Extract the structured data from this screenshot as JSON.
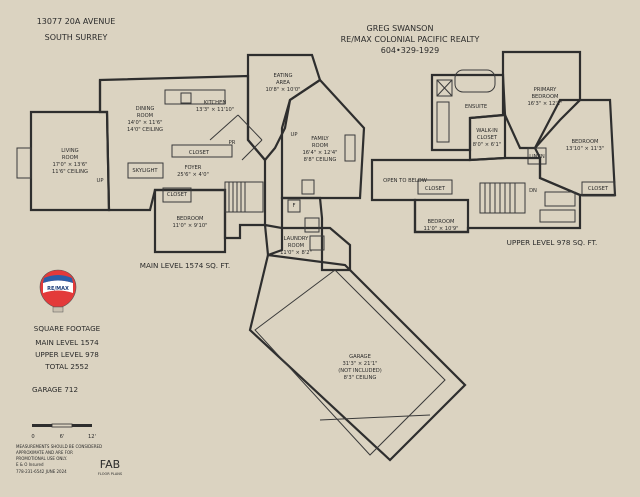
{
  "address": {
    "line1": "13077 20A AVENUE",
    "line2": "SOUTH SURREY"
  },
  "agent": {
    "name": "GREG SWANSON",
    "company": "RE/MAX COLONIAL PACIFIC REALTY",
    "phone": "604•329-1929"
  },
  "main_rooms": {
    "living": [
      "LIVING",
      "ROOM",
      "17'0\" × 13'6\"",
      "11'6\" CEILING"
    ],
    "dining": [
      "DINING",
      "ROOM",
      "14'0\" × 11'6\"",
      "14'0\" CEILING"
    ],
    "kitchen": [
      "KITCHEN",
      "13'3\" × 11'10\""
    ],
    "eating": [
      "EATING",
      "AREA",
      "10'8\" × 10'0\""
    ],
    "family": [
      "FAMILY",
      "ROOM",
      "16'4\" × 12'4\"",
      "8'8\" CEILING"
    ],
    "foyer": [
      "FOYER",
      "25'6\" × 4'0\""
    ],
    "bedroom": [
      "BEDROOM",
      "11'0\" × 9'10\""
    ],
    "laundry": [
      "LAUNDRY",
      "ROOM",
      "11'0\" × 8'2\""
    ],
    "closet": "CLOSET",
    "closet2": "CLOSET",
    "pr": "PR",
    "skylight": "SKYLIGHT",
    "up1": "UP",
    "up2": "UP",
    "f": "F"
  },
  "main_level_label": "MAIN LEVEL 1574 SQ. FT.",
  "upper_rooms": {
    "primary": [
      "PRIMARY",
      "BEDROOM",
      "16'3\" × 12'1\""
    ],
    "ensuite": "ENSUITE",
    "walkin": [
      "WALK-IN",
      "CLOSET",
      "8'0\" × 6'1\""
    ],
    "bedroom2": [
      "BEDROOM",
      "13'10\" × 11'3\""
    ],
    "linen": "LINEN",
    "open": "OPEN TO BELOW",
    "closet": "CLOSET",
    "closet2": "CLOSET",
    "bedroom3": [
      "BEDROOM",
      "11'0\" × 10'9\""
    ],
    "dn": "DN"
  },
  "upper_level_label": "UPPER LEVEL 978 SQ. FT.",
  "garage": [
    "GARAGE",
    "31'3\" × 21'1\"",
    "(NOT INCLUDED)",
    "8'3\" CEILING"
  ],
  "logo_text": "RE/MAX",
  "square_footage": {
    "title": "SQUARE FOOTAGE",
    "main": "MAIN LEVEL 1574",
    "upper": "UPPER LEVEL 978",
    "total": "TOTAL 2552",
    "garage": "GARAGE 712"
  },
  "scale": {
    "a": "0",
    "b": "6'",
    "c": "12'"
  },
  "disclaimer": [
    "MEASUREMENTS SHOULD BE CONSIDERED",
    "APPROXIMATE AND ARE FOR",
    "PROMOTIONAL USE ONLY.",
    "E & O Insured",
    "778-231-6542  JUNE 2024"
  ],
  "brand": {
    "name": "FAB",
    "sub": "FLOOR PLANS"
  }
}
